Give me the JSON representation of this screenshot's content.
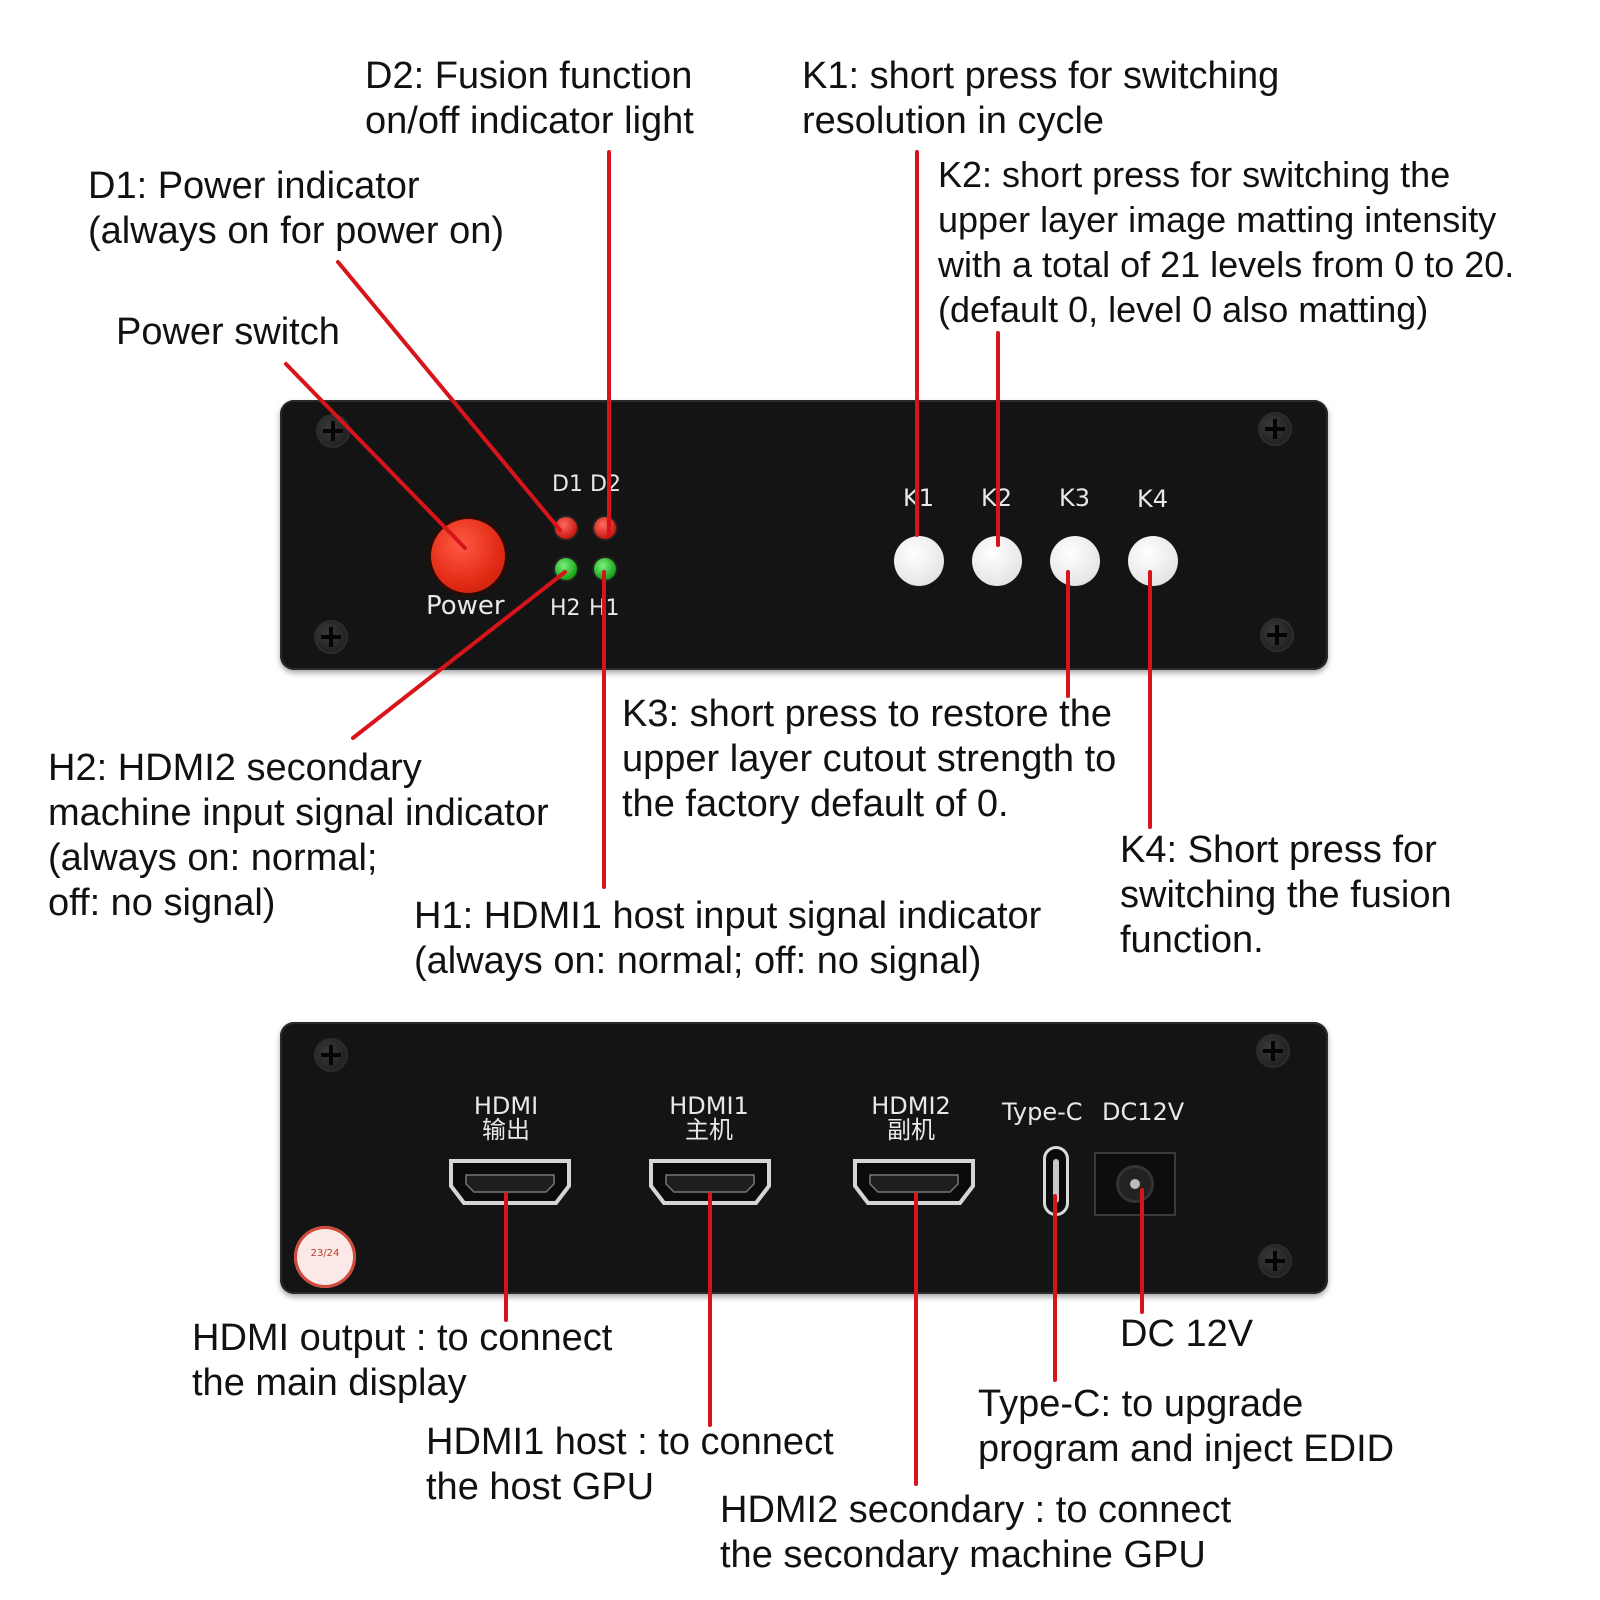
{
  "callouts": {
    "d2": [
      "D2: Fusion function",
      "on/off indicator light"
    ],
    "k1": [
      "K1: short press for switching",
      "resolution in cycle"
    ],
    "d1": [
      "D1: Power indicator",
      "(always on for power on)"
    ],
    "k2": [
      "K2: short press for switching the",
      "upper layer image matting intensity",
      "with a total of 21 levels from 0 to 20.",
      "(default 0, level 0 also matting)"
    ],
    "power_switch": [
      "Power switch"
    ],
    "k3": [
      "K3: short press to restore the",
      "upper layer cutout strength to",
      "the factory default of 0."
    ],
    "h2": [
      "H2: HDMI2 secondary",
      "machine input signal indicator",
      "(always on: normal;",
      "off: no signal)"
    ],
    "k4": [
      "K4: Short press for",
      "switching the fusion",
      "function."
    ],
    "h1": [
      "H1: HDMI1 host input signal indicator",
      "(always on: normal; off: no signal)"
    ],
    "hdmi_out": [
      "HDMI output : to connect",
      "the main display"
    ],
    "dc12v": [
      "DC 12V"
    ],
    "typec": [
      "Type-C: to upgrade",
      "program and inject EDID"
    ],
    "hdmi1": [
      "HDMI1 host : to connect",
      "the host GPU"
    ],
    "hdmi2": [
      "HDMI2 secondary : to connect",
      "the secondary machine GPU"
    ]
  },
  "front_panel": {
    "power_label": "Power",
    "led_labels": {
      "d1": "D1",
      "d2": "D2",
      "h2": "H2",
      "h1": "H1"
    },
    "key_labels": [
      "K1",
      "K2",
      "K3",
      "K4"
    ]
  },
  "rear_panel": {
    "ports": [
      {
        "line1": "HDMI",
        "line2": "输出"
      },
      {
        "line1": "HDMI1",
        "line2": "主机"
      },
      {
        "line1": "HDMI2",
        "line2": "副机"
      }
    ],
    "typec_label": "Type-C",
    "dc_label": "DC12V",
    "sticker_text": "23/24"
  },
  "colors": {
    "leader_line": "#d7141a",
    "panel": "#141414",
    "power_button": "#e22a14",
    "led_red": "#c81b12",
    "led_green": "#17a317",
    "key": "#f2f2f2"
  }
}
